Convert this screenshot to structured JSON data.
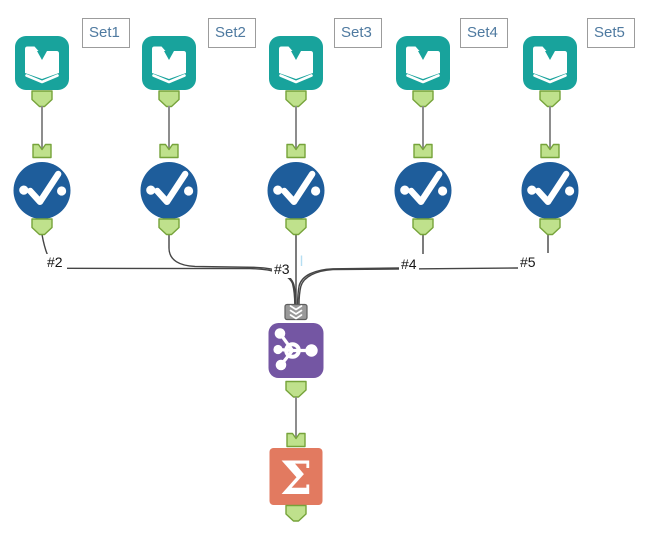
{
  "workflow": {
    "tools": {
      "inputs": [
        {
          "tool": "Input Data",
          "annotation": "Set1"
        },
        {
          "tool": "Input Data",
          "annotation": "Set2"
        },
        {
          "tool": "Input Data",
          "annotation": "Set3"
        },
        {
          "tool": "Input Data",
          "annotation": "Set4"
        },
        {
          "tool": "Input Data",
          "annotation": "Set5"
        }
      ],
      "selects": [
        {
          "tool": "Select"
        },
        {
          "tool": "Select"
        },
        {
          "tool": "Select"
        },
        {
          "tool": "Select"
        },
        {
          "tool": "Select"
        }
      ],
      "union": {
        "tool": "Union"
      },
      "summarize": {
        "tool": "Summarize"
      }
    },
    "connection_labels": [
      "#2",
      "#3",
      "#4",
      "#5"
    ]
  },
  "colors": {
    "canvas_bg": "#ffffff",
    "input_tool": "#18a39c",
    "select_tool": "#1e5d9b",
    "union_tool": "#7456a3",
    "summarize_tool": "#e27a60",
    "icon_glyph": "#ffffff",
    "anchor_fill": "#bfe18c",
    "anchor_border": "#76a33a",
    "multi_anchor_fill": "#9a9a9a",
    "multi_anchor_border": "#5e5e5e",
    "link_line": "#8d8d8d",
    "wire_line": "#454545",
    "annotation_text": "#4f7aa0",
    "annotation_border": "#9c9c9c",
    "wire_label_text": "#151515",
    "highlight_tick": "#b5def2"
  }
}
